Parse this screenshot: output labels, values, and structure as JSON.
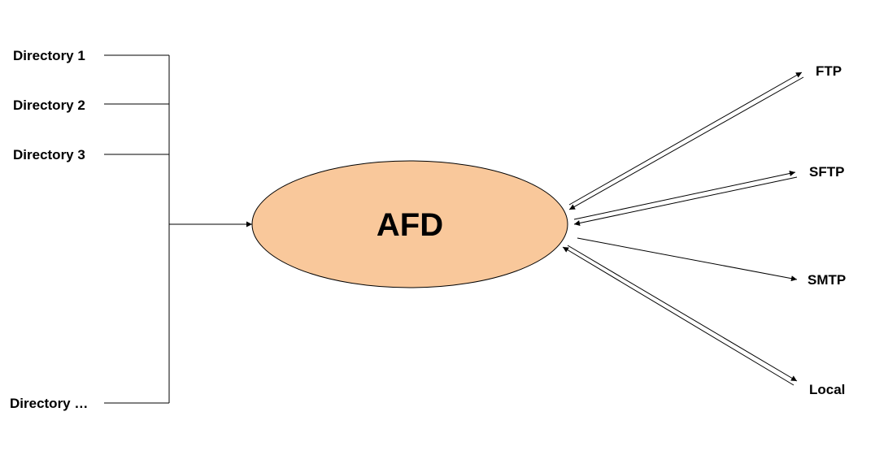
{
  "center": {
    "label": "AFD",
    "fill": "#F9C89B"
  },
  "sources": [
    {
      "label": "Directory 1"
    },
    {
      "label": "Directory 2"
    },
    {
      "label": "Directory 3"
    },
    {
      "label": "Directory …"
    }
  ],
  "protocols": [
    {
      "label": "FTP",
      "direction": "bidirectional"
    },
    {
      "label": "SFTP",
      "direction": "bidirectional"
    },
    {
      "label": "SMTP",
      "direction": "outgoing"
    },
    {
      "label": "Local",
      "direction": "bidirectional"
    }
  ],
  "colors": {
    "line": "#000000",
    "ellipse_stroke": "#000000"
  }
}
